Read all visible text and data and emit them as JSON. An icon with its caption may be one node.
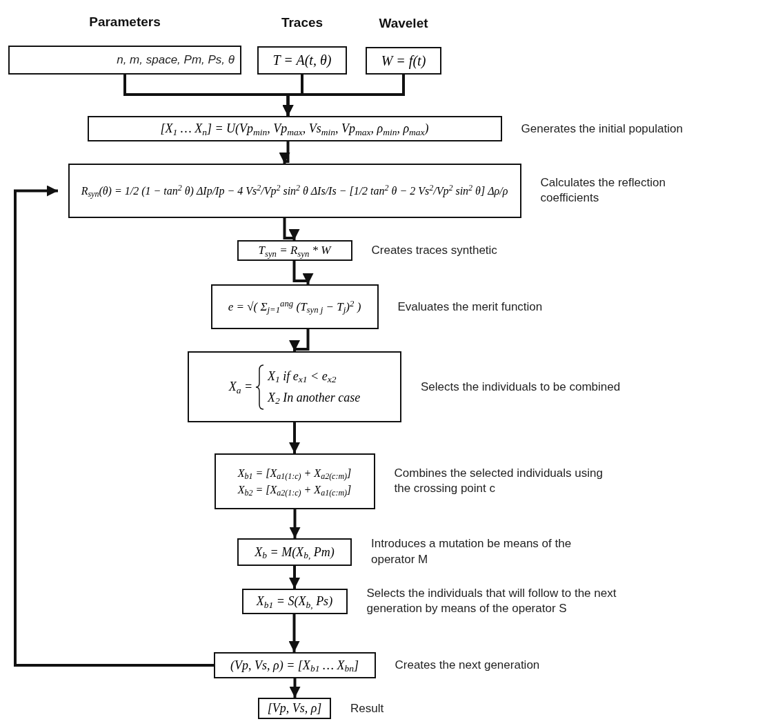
{
  "diagram": {
    "nodes": [
      {
        "text": [
          "Parameters",
          "n, m, space, Pm, Ps, θ"
        ]
      },
      {
        "text": [
          "Traces",
          "T = A(t, θ)"
        ]
      },
      {
        "text": [
          "Wavelet",
          "W = f(t)"
        ]
      },
      {
        "text": [
          "[X$_{1}$ … X$_{n}$] = U(Vp$_{min}$, Vp$_{max}$, Vs$_{min}$, Vp$_{max}$, ρ$_{min}$, ρ$_{max}$)"
        ],
        "beside": [
          "Generates the initial population"
        ]
      },
      {
        "text": [
          "R$_{syn}$(θ) = 1/2 (1 − tan$^{2}$ θ) ΔIp/Ip − 4 Vs$^{2}$/Vp$^{2}$ sin$^{2}$ θ ΔIs/Is − [1/2 tan$^{2}$ θ − 2 Vs$^{2}$/Vp$^{2}$ sin$^{2}$ θ] Δρ/ρ"
        ],
        "beside": [
          "Calculates the reflection coefficients"
        ]
      },
      {
        "text": [
          "T$_{syn}$ = R$_{syn}$ * W"
        ],
        "beside": [
          "Creates traces synthetic"
        ]
      },
      {
        "text": [
          "e = √( Σ$_{j=1}$$^{ang}$ (T$_{syn j}$ − T$_{j}$)$^{2}$ )"
        ],
        "beside": [
          "Evaluates the merit function"
        ]
      },
      {
        "text": [
          "X$_{a}$ =",
          "X$_{1}$ if e$_{x1}$ < e$_{x2}$",
          "X$_{2}$ In another case"
        ],
        "beside": [
          "Selects the individuals to be combined"
        ]
      },
      {
        "text": [
          "X$_{b1}$ = [X$_{a1(1:c)}$ + X$_{a2(c:m)}$]",
          "X$_{b2}$ = [X$_{a2(1:c)}$ + X$_{a1(c:m)}$]"
        ],
        "beside": [
          "Combines the selected individuals using the crossing point c"
        ]
      },
      {
        "text": [
          "X$_{b}$ = M(X$_{b,}$ Pm)"
        ],
        "beside": [
          "Introduces a mutation be means of the operator M"
        ]
      },
      {
        "text": [
          "X$_{b1}$ = S(X$_{b,}$ Ps)"
        ],
        "beside": [
          "Selects the individuals that will follow to the next generation by means of the operator S"
        ]
      },
      {
        "text": [
          "(Vp, Vs, ρ) = [X$_{b1}$ … X$_{bn}$]"
        ],
        "beside": [
          "Creates the next generation"
        ]
      },
      {
        "text": [
          "[Vp, Vs, ρ]"
        ],
        "beside": [
          "Result"
        ]
      }
    ],
    "edges": [
      {
        "from": 0,
        "to": 3,
        "arrow": "to"
      },
      {
        "from": 1,
        "to": 3,
        "arrow": "to"
      },
      {
        "from": 2,
        "to": 3,
        "arrow": "to"
      },
      {
        "from": 3,
        "to": 4,
        "arrow": "to"
      },
      {
        "from": 4,
        "to": 5,
        "arrow": "to"
      },
      {
        "from": 5,
        "to": 6,
        "arrow": "to"
      },
      {
        "from": 6,
        "to": 7,
        "arrow": "to"
      },
      {
        "from": 7,
        "to": 8,
        "arrow": "to"
      },
      {
        "from": 8,
        "to": 9,
        "arrow": "to"
      },
      {
        "from": 9,
        "to": 10,
        "arrow": "to"
      },
      {
        "from": 10,
        "to": 11,
        "arrow": "to"
      },
      {
        "from": 11,
        "to": 12,
        "arrow": "to"
      },
      {
        "from": 11,
        "to": 4,
        "arrow": "to"
      }
    ]
  }
}
